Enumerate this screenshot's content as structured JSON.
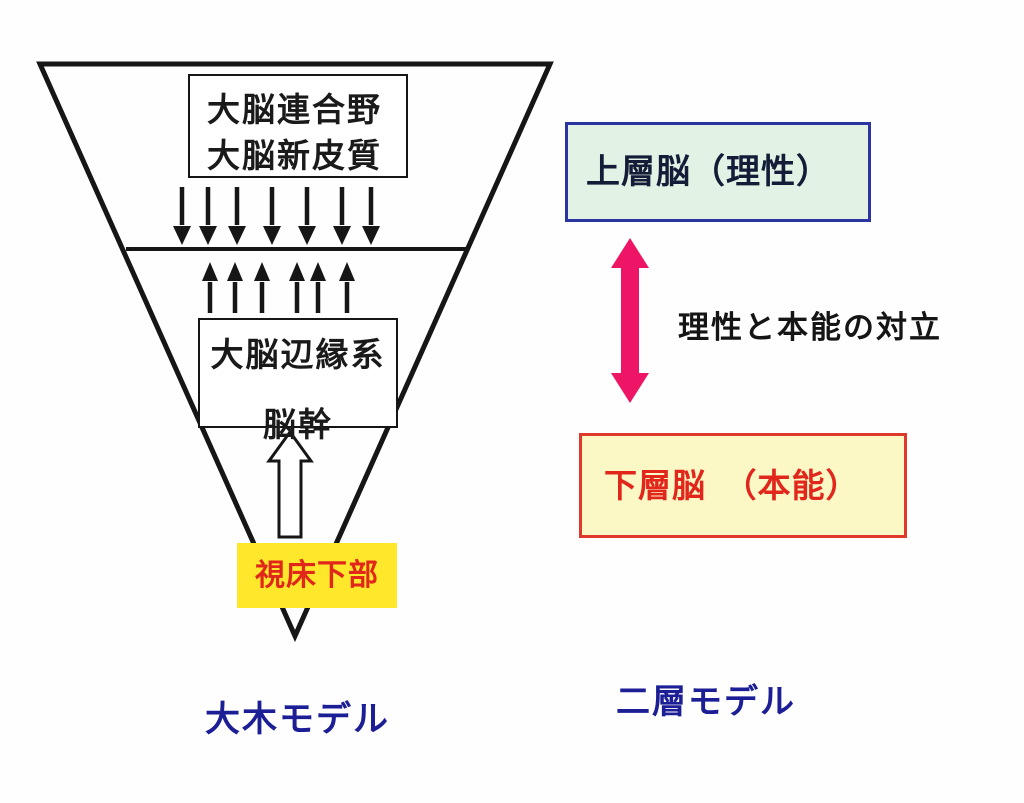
{
  "colors": {
    "line": "#161616",
    "navy": "#1c1e96",
    "red_text": "#e1271c",
    "red_border": "#df392b",
    "bright_yellow": "#ffe72b",
    "cream_yellow": "#fcf8c6",
    "mint_green": "#e2f2e5",
    "blue_border": "#2b34a0",
    "pink_arrow": "#ee1566"
  },
  "funnel": {
    "top_box": {
      "line1": "大脳連合野",
      "line2": "大脳新皮質"
    },
    "down_arrow_count": 7,
    "up_arrow_count": 6,
    "middle_box": {
      "line1": "大脳辺縁系",
      "line2": "脳幹"
    },
    "bottom_box": {
      "label": "視床下部"
    },
    "caption": "大木モデル"
  },
  "two_layer": {
    "upper_box": {
      "label": "上層脳（理性）"
    },
    "conflict_label": "理性と本能の対立",
    "lower_box": {
      "label": "下層脳　（本能）"
    },
    "caption": "二層モデル"
  }
}
